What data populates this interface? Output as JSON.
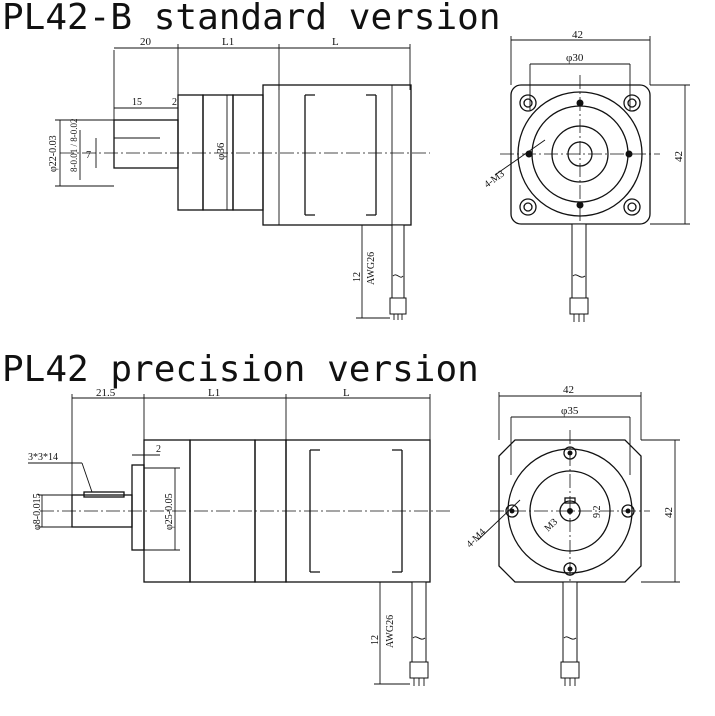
{
  "top": {
    "title": "PL42-B standard version",
    "side": {
      "dim_20": "20",
      "dim_L1": "L1",
      "dim_L": "L",
      "dim_15": "15",
      "dim_2": "2",
      "dim_shaft_dia": "φ22-0.03",
      "dim_shaft_8": "8-0.01 / 8-0.02",
      "dim_7": "7",
      "dim_36": "φ36",
      "dim_cable_len": "12",
      "cable_awg": "AWG26"
    },
    "front": {
      "dim_42_width": "42",
      "dim_30": "φ30",
      "dim_42_height": "42",
      "screw_label": "4-M3"
    }
  },
  "bottom": {
    "title": "PL42 precision version",
    "side": {
      "dim_21_5": "21.5",
      "dim_L1": "L1",
      "dim_L": "L",
      "key_label": "3*3*14",
      "dim_2": "2",
      "dim_shaft_dia": "φ8-0.015",
      "dim_25": "φ25-0.05",
      "dim_cable_len": "12",
      "cable_awg": "AWG26"
    },
    "front": {
      "dim_42_width": "42",
      "dim_35": "φ35",
      "dim_42_height": "42",
      "screw_label": "4-M4",
      "center_screw": "M3",
      "dim_9_2": "9.2"
    }
  }
}
